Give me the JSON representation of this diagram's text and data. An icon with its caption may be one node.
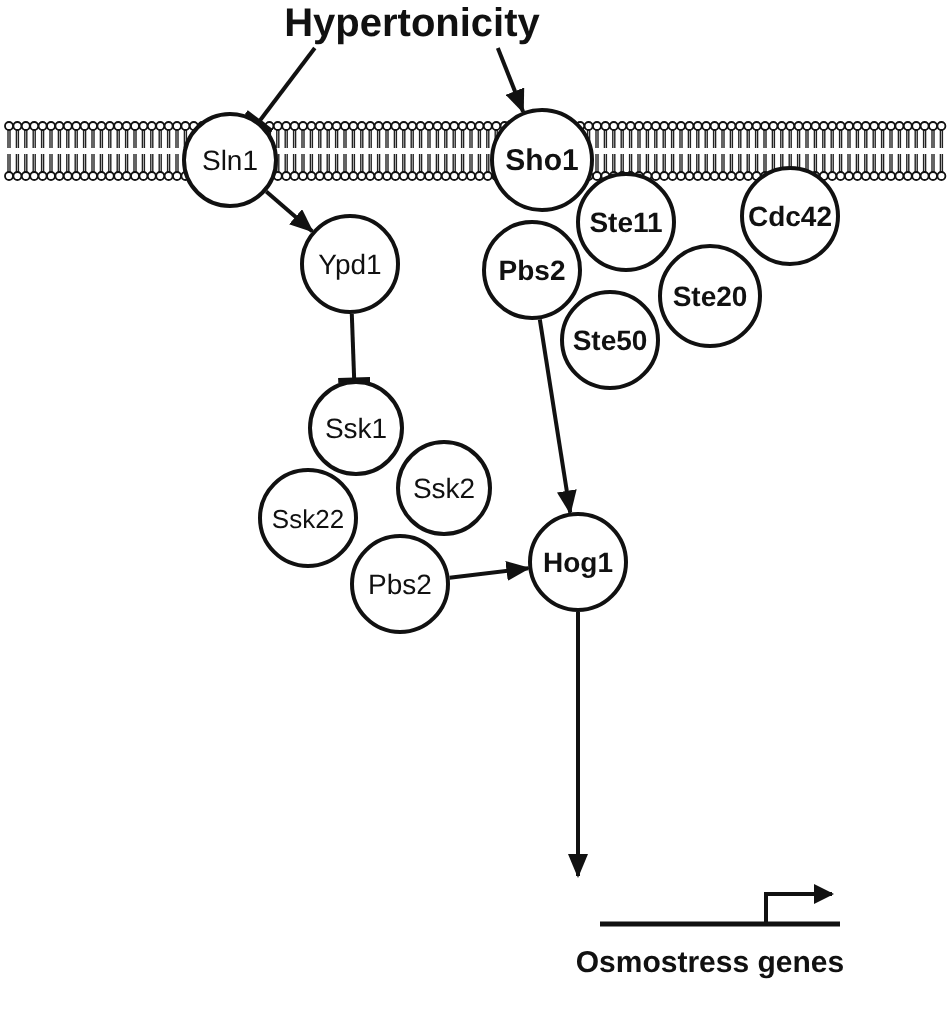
{
  "diagram": {
    "nodes": [
      {
        "text": [
          "Hypertonicity"
        ]
      },
      {
        "text": [
          "Sln1"
        ]
      },
      {
        "text": [
          "Sho1"
        ]
      },
      {
        "text": [
          "Ste11"
        ]
      },
      {
        "text": [
          "Cdc42"
        ]
      },
      {
        "text": [
          "Pbs2"
        ]
      },
      {
        "text": [
          "Ste50"
        ]
      },
      {
        "text": [
          "Ste20"
        ]
      },
      {
        "text": [
          "Ypd1"
        ]
      },
      {
        "text": [
          "Ssk1"
        ]
      },
      {
        "text": [
          "Ssk2"
        ]
      },
      {
        "text": [
          "Ssk22"
        ]
      },
      {
        "text": [
          "Pbs2"
        ]
      },
      {
        "text": [
          "Hog1"
        ]
      },
      {
        "text": [
          "Osmostress genes"
        ]
      }
    ],
    "edges": [
      {
        "from": 0,
        "to": 1,
        "arrow": "other"
      },
      {
        "from": 0,
        "to": 2,
        "arrow": "to"
      },
      {
        "from": 1,
        "to": 8,
        "arrow": "to"
      },
      {
        "from": 8,
        "to": 9,
        "arrow": "other"
      },
      {
        "from": 5,
        "to": 13,
        "arrow": "to"
      },
      {
        "from": 12,
        "to": 13,
        "arrow": "to"
      },
      {
        "from": 13,
        "to": 14,
        "arrow": "to"
      }
    ]
  }
}
